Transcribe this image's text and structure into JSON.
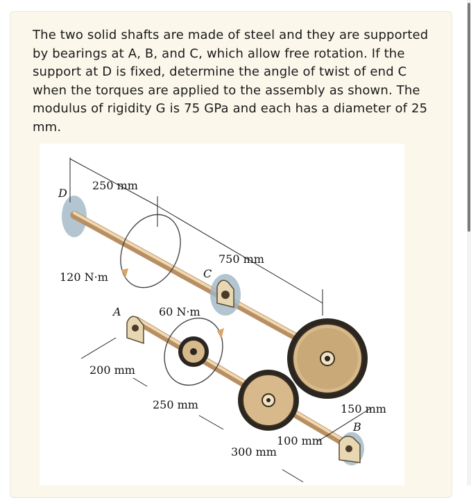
{
  "problem": {
    "text": "The two solid shafts are made of steel and they are supported by bearings at A, B, and C, which allow free rotation. If the support at D is fixed, determine the angle of twist of end C when the torques are applied to the assembly as shown. The modulus of rigidity G is 75 GPa and each has a diameter of 25 mm."
  },
  "figure": {
    "labels": {
      "d": "D",
      "c": "C",
      "a": "A",
      "b": "B",
      "dim_250_top": "250 mm",
      "dim_750": "750 mm",
      "torque_120": "120 N·m",
      "torque_60": "60 N·m",
      "dim_200": "200 mm",
      "dim_250_bottom": "250 mm",
      "dim_150": "150 mm",
      "dim_100": "100 mm",
      "dim_300": "300 mm"
    }
  }
}
